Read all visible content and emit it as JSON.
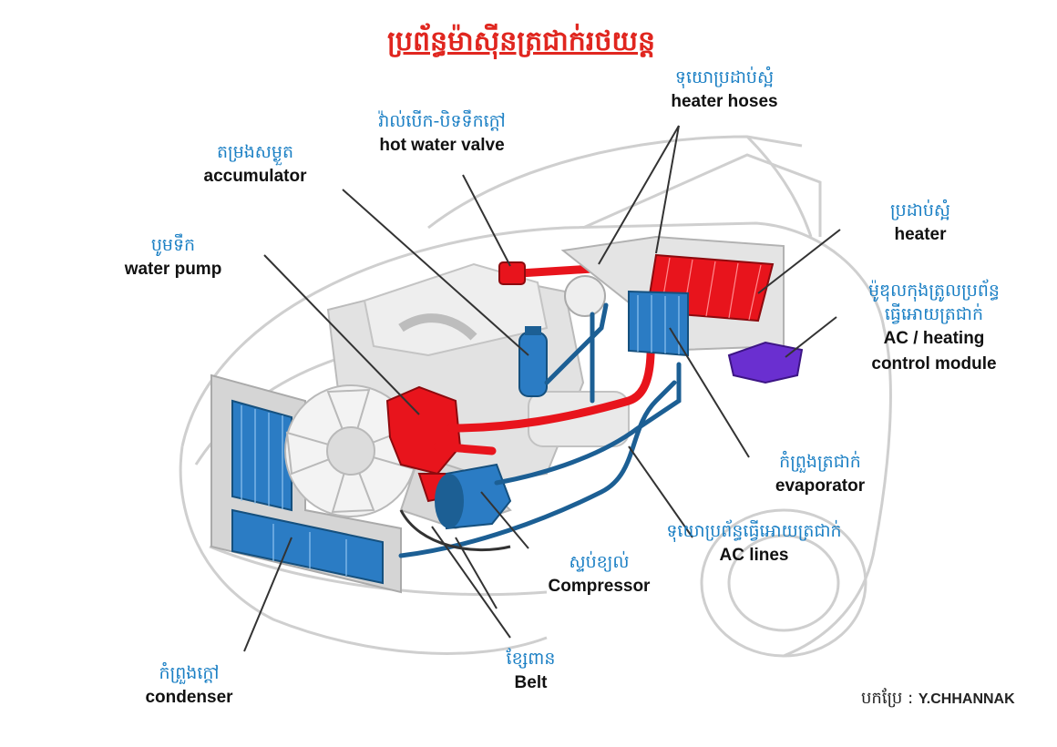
{
  "title": "ប្រព័ន្ធម៉ាស៊ីនត្រជាក់រថយន្ត",
  "labels": {
    "heater_hoses": {
      "km": "ទុយោប្រដាប់ស្អំ",
      "en": "heater hoses"
    },
    "hot_water_valve": {
      "km": "វ៉ាល់បើក-បិទទឹកក្តៅ",
      "en": "hot water valve"
    },
    "accumulator": {
      "km": "តម្រងសម្ងួត",
      "en": "accumulator"
    },
    "water_pump": {
      "km": "បូមទឹក",
      "en": "water pump"
    },
    "heater": {
      "km": "ប្រដាប់ស្អំ",
      "en": "heater"
    },
    "control_module": {
      "km": "ម៉ូឌុលកុងត្រូលប្រព័ន្ធ",
      "km2": "ធ្វើអោយត្រជាក់",
      "en": "AC / heating",
      "en2": "control module"
    },
    "evaporator": {
      "km": "កំព្រួងត្រជាក់",
      "en": "evaporator"
    },
    "ac_lines": {
      "km": "ទុយោប្រព័ន្ធធ្វើអោយត្រជាក់",
      "en": "AC lines"
    },
    "compressor": {
      "km": "ស្ទប់ខ្យល់",
      "en": "Compressor"
    },
    "belt": {
      "km": "ខ្សែពាន",
      "en": "Belt"
    },
    "condenser": {
      "km": "កំព្រួងក្តៅ",
      "en": "condenser"
    }
  },
  "credit": {
    "prefix": "បកប្រែ :",
    "name": "Y.CHHANNAK"
  },
  "colors": {
    "title": "#e0261f",
    "khmer_text": "#1a7fc4",
    "hot_circuit": "#e8141c",
    "cold_circuit": "#1c5f94",
    "control_module": "#6a2fd0"
  },
  "icons": [
    "car-outline",
    "engine-block",
    "cooling-fan",
    "radiator-condenser",
    "heater-core",
    "evaporator-core",
    "accumulator-canister",
    "compressor",
    "water-pump",
    "hot-water-valve",
    "control-module"
  ]
}
